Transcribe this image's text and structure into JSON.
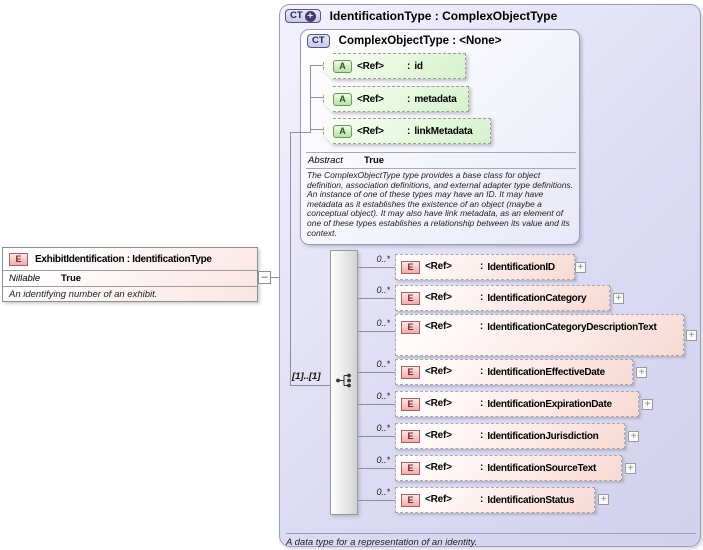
{
  "diagram_type": "xsd-schema-diagram",
  "icons": {
    "expand_glyph": "+",
    "collapse_glyph": "–",
    "sequence_icon": "sequence-compositor"
  },
  "colors": {
    "panel_fill": "#dcdbf4",
    "panel_border": "#9d9dbb",
    "element_fill_start": "#ffffff",
    "element_fill_end": "#f8d9d4",
    "element_badge_border": "#a85f5f",
    "element_badge_text": "#7c2a2a",
    "attribute_fill_start": "#f8fef6",
    "attribute_fill_end": "#d7f1cf",
    "attribute_badge_border": "#6f9460",
    "type_badge_border": "#55557a",
    "line": "#8f8f9f"
  },
  "element": {
    "badge": "E",
    "title": "ExhibitIdentification : IdentificationType",
    "property_label": "Nillable",
    "property_value": "True",
    "annotation": "An identifying number of an exhibit."
  },
  "type_panel": {
    "badge": "CT",
    "title": "IdentificationType : ComplexObjectType",
    "annotation": "A data type for a representation of an identity.",
    "base_type": {
      "badge": "CT",
      "title": "ComplexObjectType : <None>",
      "attributes": [
        {
          "badge": "A",
          "ref": "<Ref>",
          "colon": ":",
          "name": "id"
        },
        {
          "badge": "A",
          "ref": "<Ref>",
          "colon": ":",
          "name": "metadata"
        },
        {
          "badge": "A",
          "ref": "<Ref>",
          "colon": ":",
          "name": "linkMetadata"
        }
      ],
      "property_label": "Abstract",
      "property_value": "True",
      "annotation": "The ComplexObjectType type provides a base class for object definition, association definitions, and external adapter type definitions. An instance of one of these types may have an ID. It may have metadata as it establishes the existence of an object (maybe a conceptual object). It may also have link metadata, as an element of one of these types establishes a relationship between its value and its context."
    },
    "sequence": {
      "cardinality": "[1]..[1]",
      "elements": [
        {
          "badge": "E",
          "occurs": "0..*",
          "ref": "<Ref>",
          "colon": ":",
          "name": "IdentificationID"
        },
        {
          "badge": "E",
          "occurs": "0..*",
          "ref": "<Ref>",
          "colon": ":",
          "name": "IdentificationCategory"
        },
        {
          "badge": "E",
          "occurs": "0..*",
          "ref": "<Ref>",
          "colon": ":",
          "name": "IdentificationCategoryDescriptionText"
        },
        {
          "badge": "E",
          "occurs": "0..*",
          "ref": "<Ref>",
          "colon": ":",
          "name": "IdentificationEffectiveDate"
        },
        {
          "badge": "E",
          "occurs": "0..*",
          "ref": "<Ref>",
          "colon": ":",
          "name": "IdentificationExpirationDate"
        },
        {
          "badge": "E",
          "occurs": "0..*",
          "ref": "<Ref>",
          "colon": ":",
          "name": "IdentificationJurisdiction"
        },
        {
          "badge": "E",
          "occurs": "0..*",
          "ref": "<Ref>",
          "colon": ":",
          "name": "IdentificationSourceText"
        },
        {
          "badge": "E",
          "occurs": "0..*",
          "ref": "<Ref>",
          "colon": ":",
          "name": "IdentificationStatus"
        }
      ]
    }
  }
}
